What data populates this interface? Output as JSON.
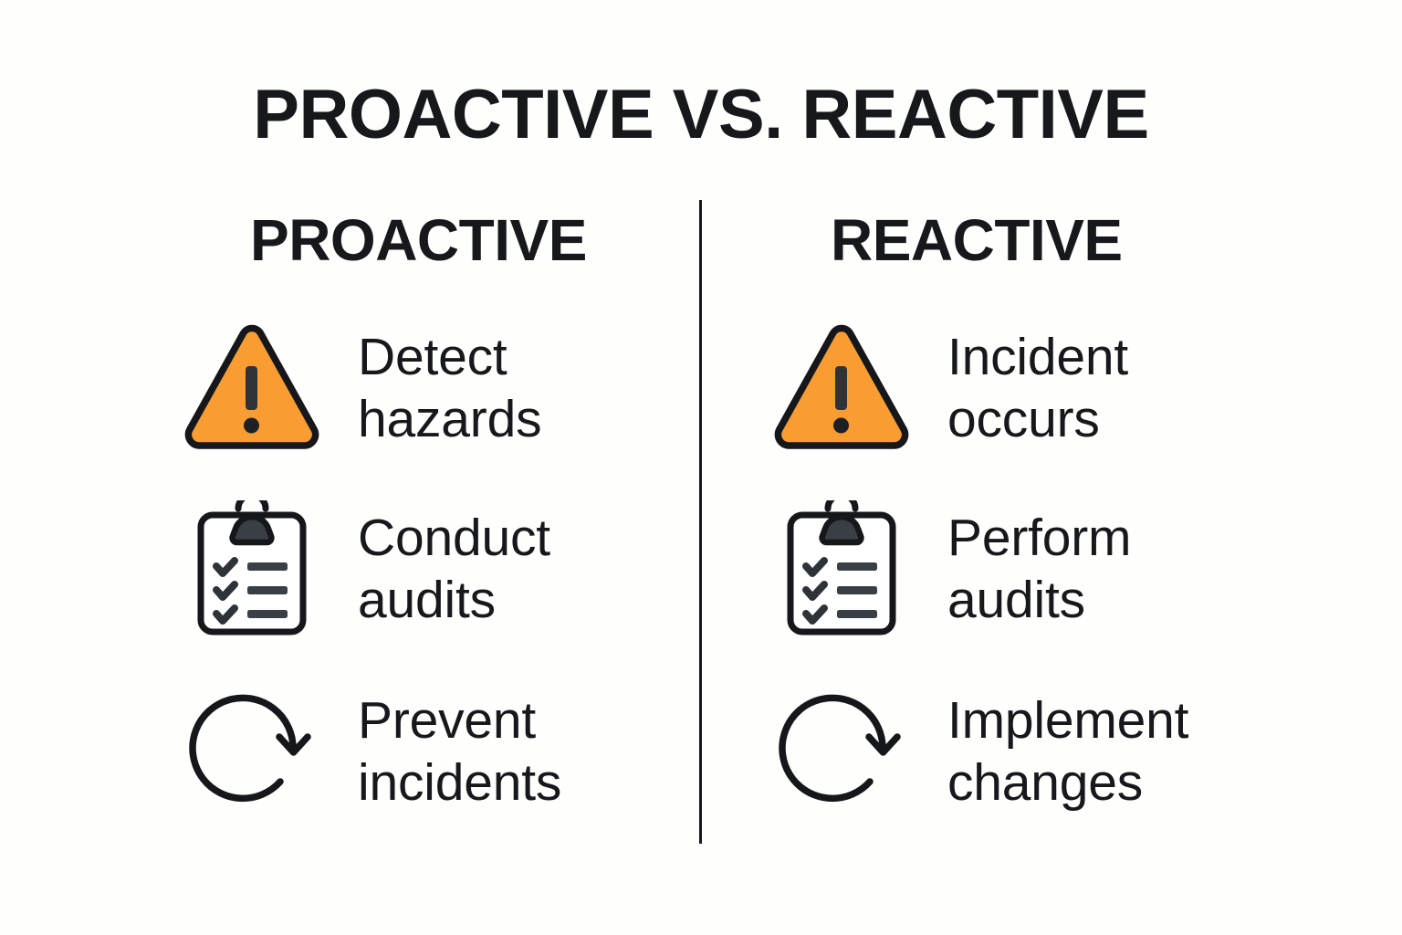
{
  "title": "PROACTIVE VS. REACTIVE",
  "colors": {
    "background": "#fefefd",
    "text": "#16181b",
    "warning_fill": "#f99d33",
    "warning_stroke": "#15171a",
    "divider": "#15171a"
  },
  "columns": [
    {
      "header": "PROACTIVE",
      "items": [
        {
          "icon": "warning-triangle-icon",
          "label": "Detect\nhazards"
        },
        {
          "icon": "clipboard-checklist-icon",
          "label": "Conduct\naudits"
        },
        {
          "icon": "circular-arrow-icon",
          "label": "Prevent\nincidents"
        }
      ]
    },
    {
      "header": "REACTIVE",
      "items": [
        {
          "icon": "warning-triangle-icon",
          "label": "Incident\noccurs"
        },
        {
          "icon": "clipboard-checklist-icon",
          "label": "Perform\naudits"
        },
        {
          "icon": "circular-arrow-icon",
          "label": "Implement\nchanges"
        }
      ]
    }
  ]
}
